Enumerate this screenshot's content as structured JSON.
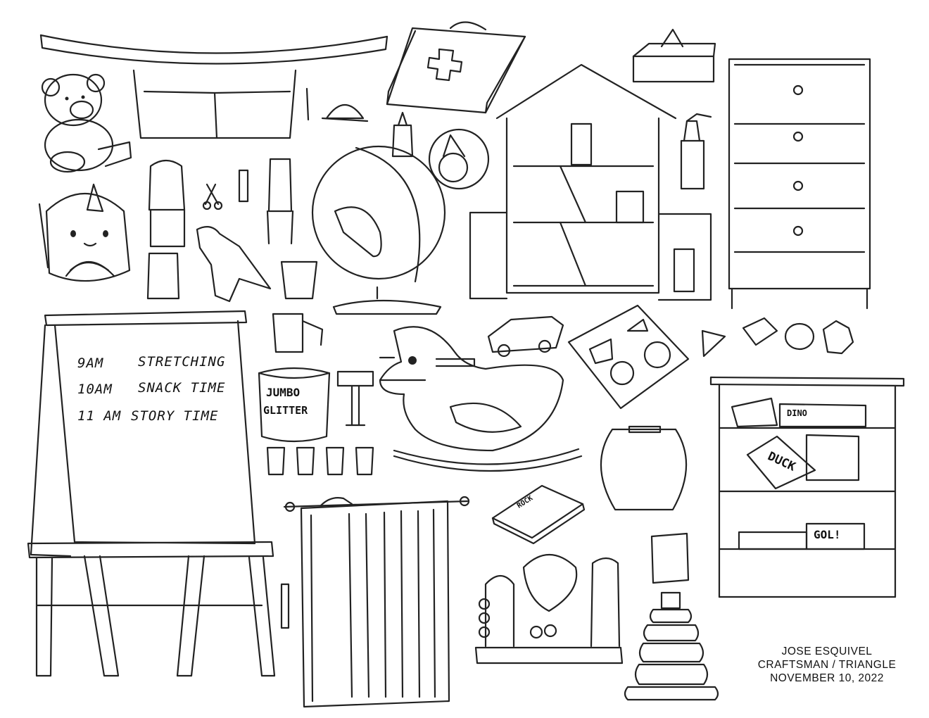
{
  "whiteboard": {
    "rows": [
      {
        "time": "9AM",
        "activity": "STRETCHING"
      },
      {
        "time": "10AM",
        "activity": "SNACK TIME"
      },
      {
        "time": "11 AM",
        "activity": "STORY TIME"
      }
    ]
  },
  "props": {
    "glitter_line1": "JUMBO",
    "glitter_line2": "GLITTER",
    "book_duck": "DUCK",
    "book_dino": "DINO",
    "book_gol": "GOL!",
    "book_rock": "ROCK"
  },
  "credit": {
    "name": "JOSE ESQUIVEL",
    "studio": "CRAFTSMAN / TRIANGLE",
    "date": "NOVEMBER 10, 2022"
  }
}
